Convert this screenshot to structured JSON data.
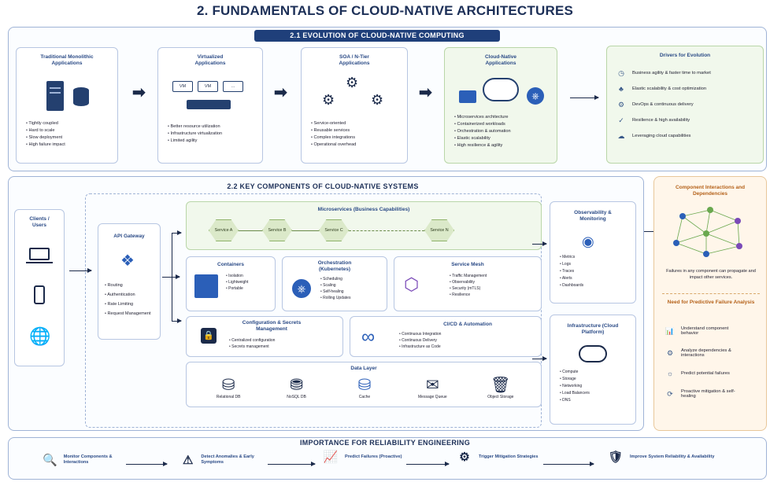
{
  "title": "2. FUNDAMENTALS OF CLOUD-NATIVE ARCHITECTURES",
  "evolution": {
    "banner": "2.1 EVOLUTION OF CLOUD-NATIVE COMPUTING",
    "stages": [
      {
        "title": "Traditional Monolithic Applications",
        "bullets": [
          "Tightly coupled",
          "Hard to scale",
          "Slow deployment",
          "High failure impact"
        ]
      },
      {
        "title": "Virtualized Applications",
        "vm_labels": [
          "VM",
          "VM",
          "..."
        ],
        "bullets": [
          "Better resource utilization",
          "Infrastructure virtualization",
          "Limited agility"
        ]
      },
      {
        "title": "SOA / N-Tier Applications",
        "bullets": [
          "Service-oriented",
          "Reusable services",
          "Complex integrations",
          "Operational overhead"
        ]
      },
      {
        "title": "Cloud-Native Applications",
        "bullets": [
          "Microservices architecture",
          "Containerized workloads",
          "Orchestration & automation",
          "Elastic scalability",
          "High resilience & agility"
        ]
      }
    ],
    "drivers": {
      "title": "Drivers for Evolution",
      "items": [
        "Business agility & faster time to market",
        "Elastic scalability & cost optimization",
        "DevOps & continuous delivery",
        "Resilience & high availability",
        "Leveraging cloud capabilities"
      ]
    }
  },
  "components": {
    "title": "2.2 KEY COMPONENTS OF CLOUD-NATIVE SYSTEMS",
    "clients": "Clients / Users",
    "gateway": {
      "title": "API Gateway",
      "bullets": [
        "Routing",
        "Authentication",
        "Rate Limiting",
        "Request Management"
      ]
    },
    "microservices": {
      "title": "Microservices (Business Capabilities)",
      "services": [
        "Service A",
        "Service B",
        "Service C",
        "Service N"
      ]
    },
    "containers": {
      "title": "Containers",
      "bullets": [
        "Isolation",
        "Lightweight",
        "Portable"
      ]
    },
    "orchestration": {
      "title": "Orchestration (Kubernetes)",
      "bullets": [
        "Scheduling",
        "Scaling",
        "Self-healing",
        "Rolling Updates"
      ]
    },
    "mesh": {
      "title": "Service Mesh",
      "bullets": [
        "Traffic Management",
        "Observability",
        "Security (mTLS)",
        "Resilience"
      ]
    },
    "config": {
      "title": "Configuration & Secrets Management",
      "bullets": [
        "Centralized configuration",
        "Secrets management"
      ]
    },
    "cicd": {
      "title": "CI/CD & Automation",
      "bullets": [
        "Continuous Integration",
        "Continuous Delivery",
        "Infrastructure as Code"
      ]
    },
    "data": {
      "title": "Data Layer",
      "items": [
        "Relational DB",
        "NoSQL DB",
        "Cache",
        "Message Queue",
        "Object Storage"
      ]
    },
    "observability": {
      "title": "Observability & Monitoring",
      "bullets": [
        "Metrics",
        "Logs",
        "Traces",
        "Alerts",
        "Dashboards"
      ]
    },
    "infrastructure": {
      "title": "Infrastructure (Cloud Platform)",
      "bullets": [
        "Compute",
        "Storage",
        "Networking",
        "Load Balancers",
        "DNS"
      ]
    }
  },
  "interactions": {
    "title": "Component Interactions and Dependencies",
    "caption": "Failures in any component can propagate and impact other services.",
    "need_title": "Need for Predictive Failure Analysis",
    "needs": [
      "Understand component behavior",
      "Analyze dependencies & interactions",
      "Predict potential failures",
      "Proactive mitigation & self-healing"
    ]
  },
  "importance": {
    "title": "IMPORTANCE FOR RELIABILITY ENGINEERING",
    "steps": [
      "Monitor Components & Interactions",
      "Detect Anomalies & Early Symptoms",
      "Predict Failures (Proactive)",
      "Trigger Mitigation Strategies",
      "Improve System Reliability & Availability"
    ]
  },
  "colors": {
    "navy": "#1f3f7a",
    "accent_green": "#f1f8ec",
    "accent_orange": "#fff6ea"
  }
}
